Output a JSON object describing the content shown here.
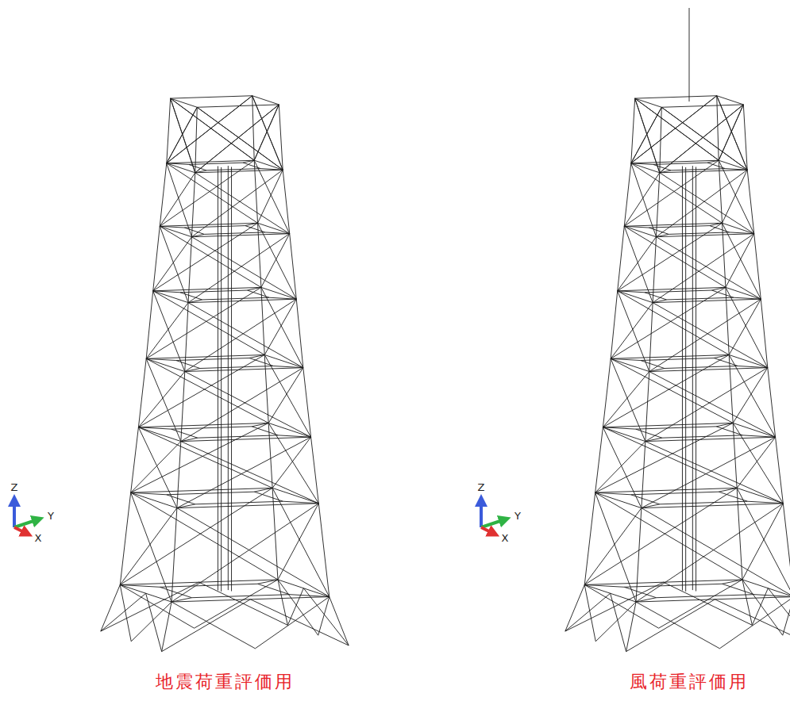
{
  "diagram": {
    "labels": [
      "Z",
      "Y",
      "X",
      "地震荷重評価用",
      "Z",
      "Y",
      "X",
      "風荷重評価用"
    ]
  }
}
